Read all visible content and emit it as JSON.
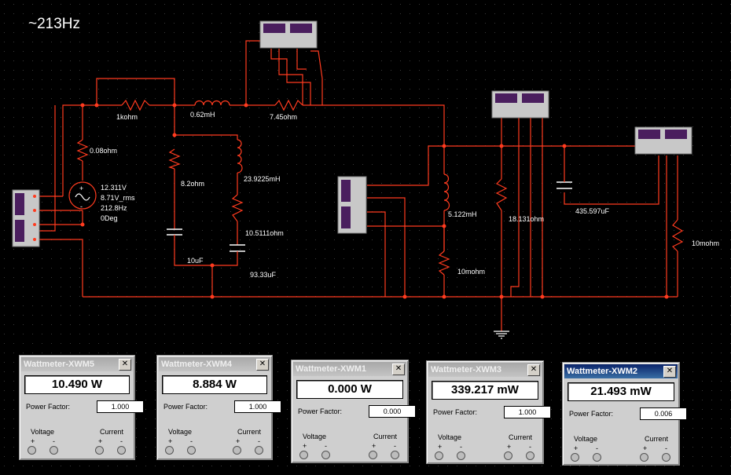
{
  "frequency_label": "~213Hz",
  "components": {
    "r1": "1kohm",
    "l1": "0.62mH",
    "r2": "7.45ohm",
    "r_source": "0.08ohm",
    "source": [
      "12.311V",
      "8.71V_rms",
      "212.8Hz",
      "0Deg"
    ],
    "r3": "8.2ohm",
    "l2": "23.9225mH",
    "r4": "10.5111ohm",
    "c1": "10uF",
    "c2": "93.33uF",
    "l3": "5.122mH",
    "r5": "10mohm",
    "r6": "18.131ohm",
    "c3": "435.597uF",
    "r7": "10mohm"
  },
  "meters": [
    {
      "title": "Wattmeter-XWM5",
      "reading": "10.490 W",
      "pf_label": "Power Factor:",
      "pf": "1.000",
      "voltage_label": "Voltage",
      "current_label": "Current",
      "plus": "+",
      "minus": "-",
      "active": false
    },
    {
      "title": "Wattmeter-XWM4",
      "reading": "8.884 W",
      "pf_label": "Power Factor:",
      "pf": "1.000",
      "voltage_label": "Voltage",
      "current_label": "Current",
      "plus": "+",
      "minus": "-",
      "active": false
    },
    {
      "title": "Wattmeter-XWM1",
      "reading": "0.000 W",
      "pf_label": "Power Factor:",
      "pf": "0.000",
      "voltage_label": "Voltage",
      "current_label": "Current",
      "plus": "+",
      "minus": "-",
      "active": false
    },
    {
      "title": "Wattmeter-XWM3",
      "reading": "339.217 mW",
      "pf_label": "Power Factor:",
      "pf": "1.000",
      "voltage_label": "Voltage",
      "current_label": "Current",
      "plus": "+",
      "minus": "-",
      "active": false
    },
    {
      "title": "Wattmeter-XWM2",
      "reading": "21.493 mW",
      "pf_label": "Power Factor:",
      "pf": "0.006",
      "voltage_label": "Voltage",
      "current_label": "Current",
      "plus": "+",
      "minus": "-",
      "active": true
    }
  ],
  "colors": {
    "background": "#000000",
    "wire": "#ff3b1f",
    "grid": "#2a2a2a",
    "label": "#ffffff",
    "active_title": "#0a246a"
  }
}
